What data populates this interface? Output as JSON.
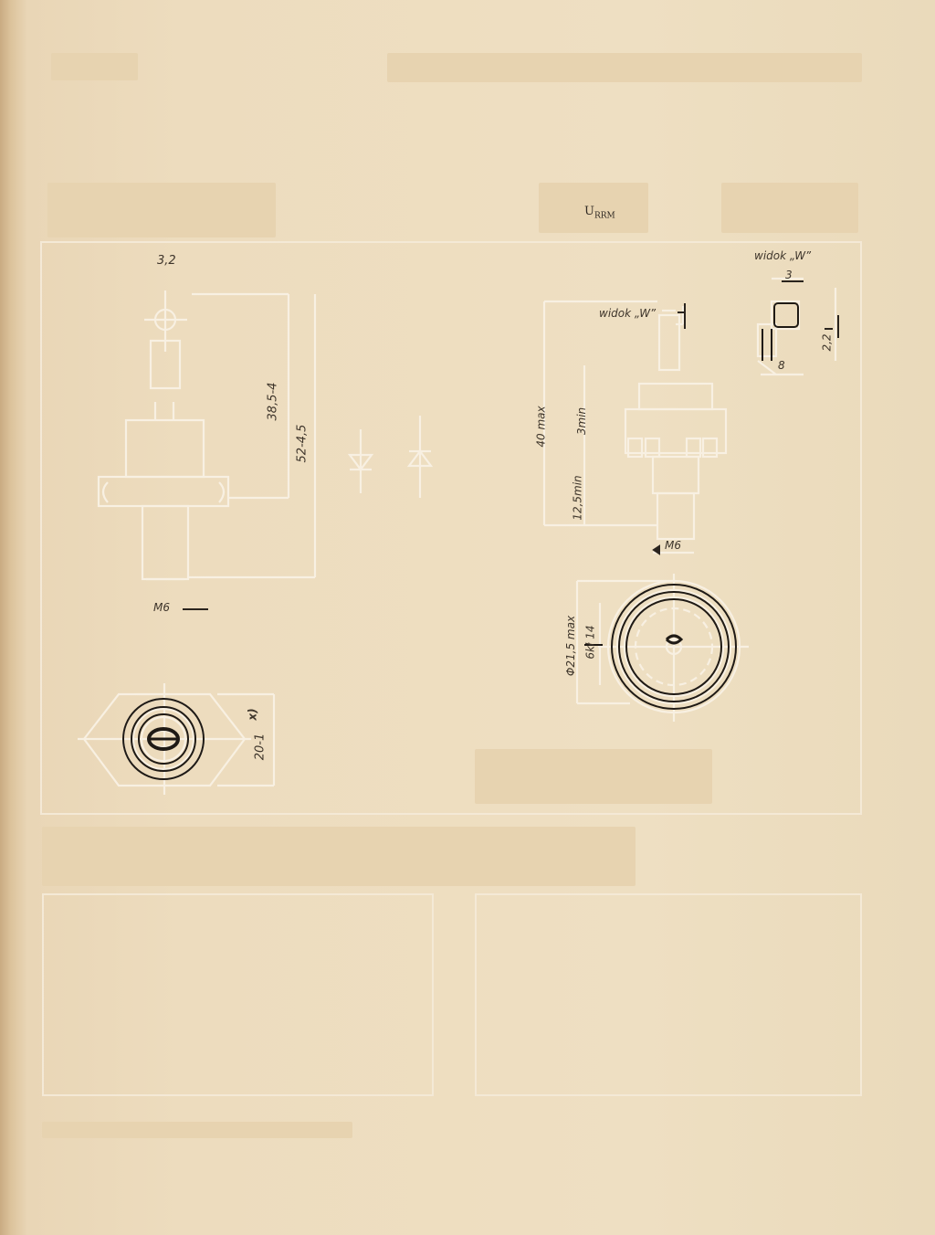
{
  "header": {
    "urrm_symbol": "U",
    "urrm_subscript": "RRM"
  },
  "drawing_left": {
    "dim_hole": "3,2",
    "dim_height_a": "38,5-4",
    "dim_height_b": "52-4,5",
    "dim_thread": "M6",
    "dim_width_hex": "20-1",
    "dim_hex_mark": "x)"
  },
  "drawing_right": {
    "view_label_main": "widok „W”",
    "view_label_detail": "widok „W”",
    "dim_terminal_width": "3",
    "dim_terminal_height": "2,2",
    "dim_terminal_length": "8",
    "dim_total_height": "40 max",
    "dim_min_top": "3min",
    "dim_min_bottom": "12,5min",
    "dim_thread": "M6",
    "dim_diameter": "Φ21,5 max",
    "dim_hex": "6kł 14"
  }
}
